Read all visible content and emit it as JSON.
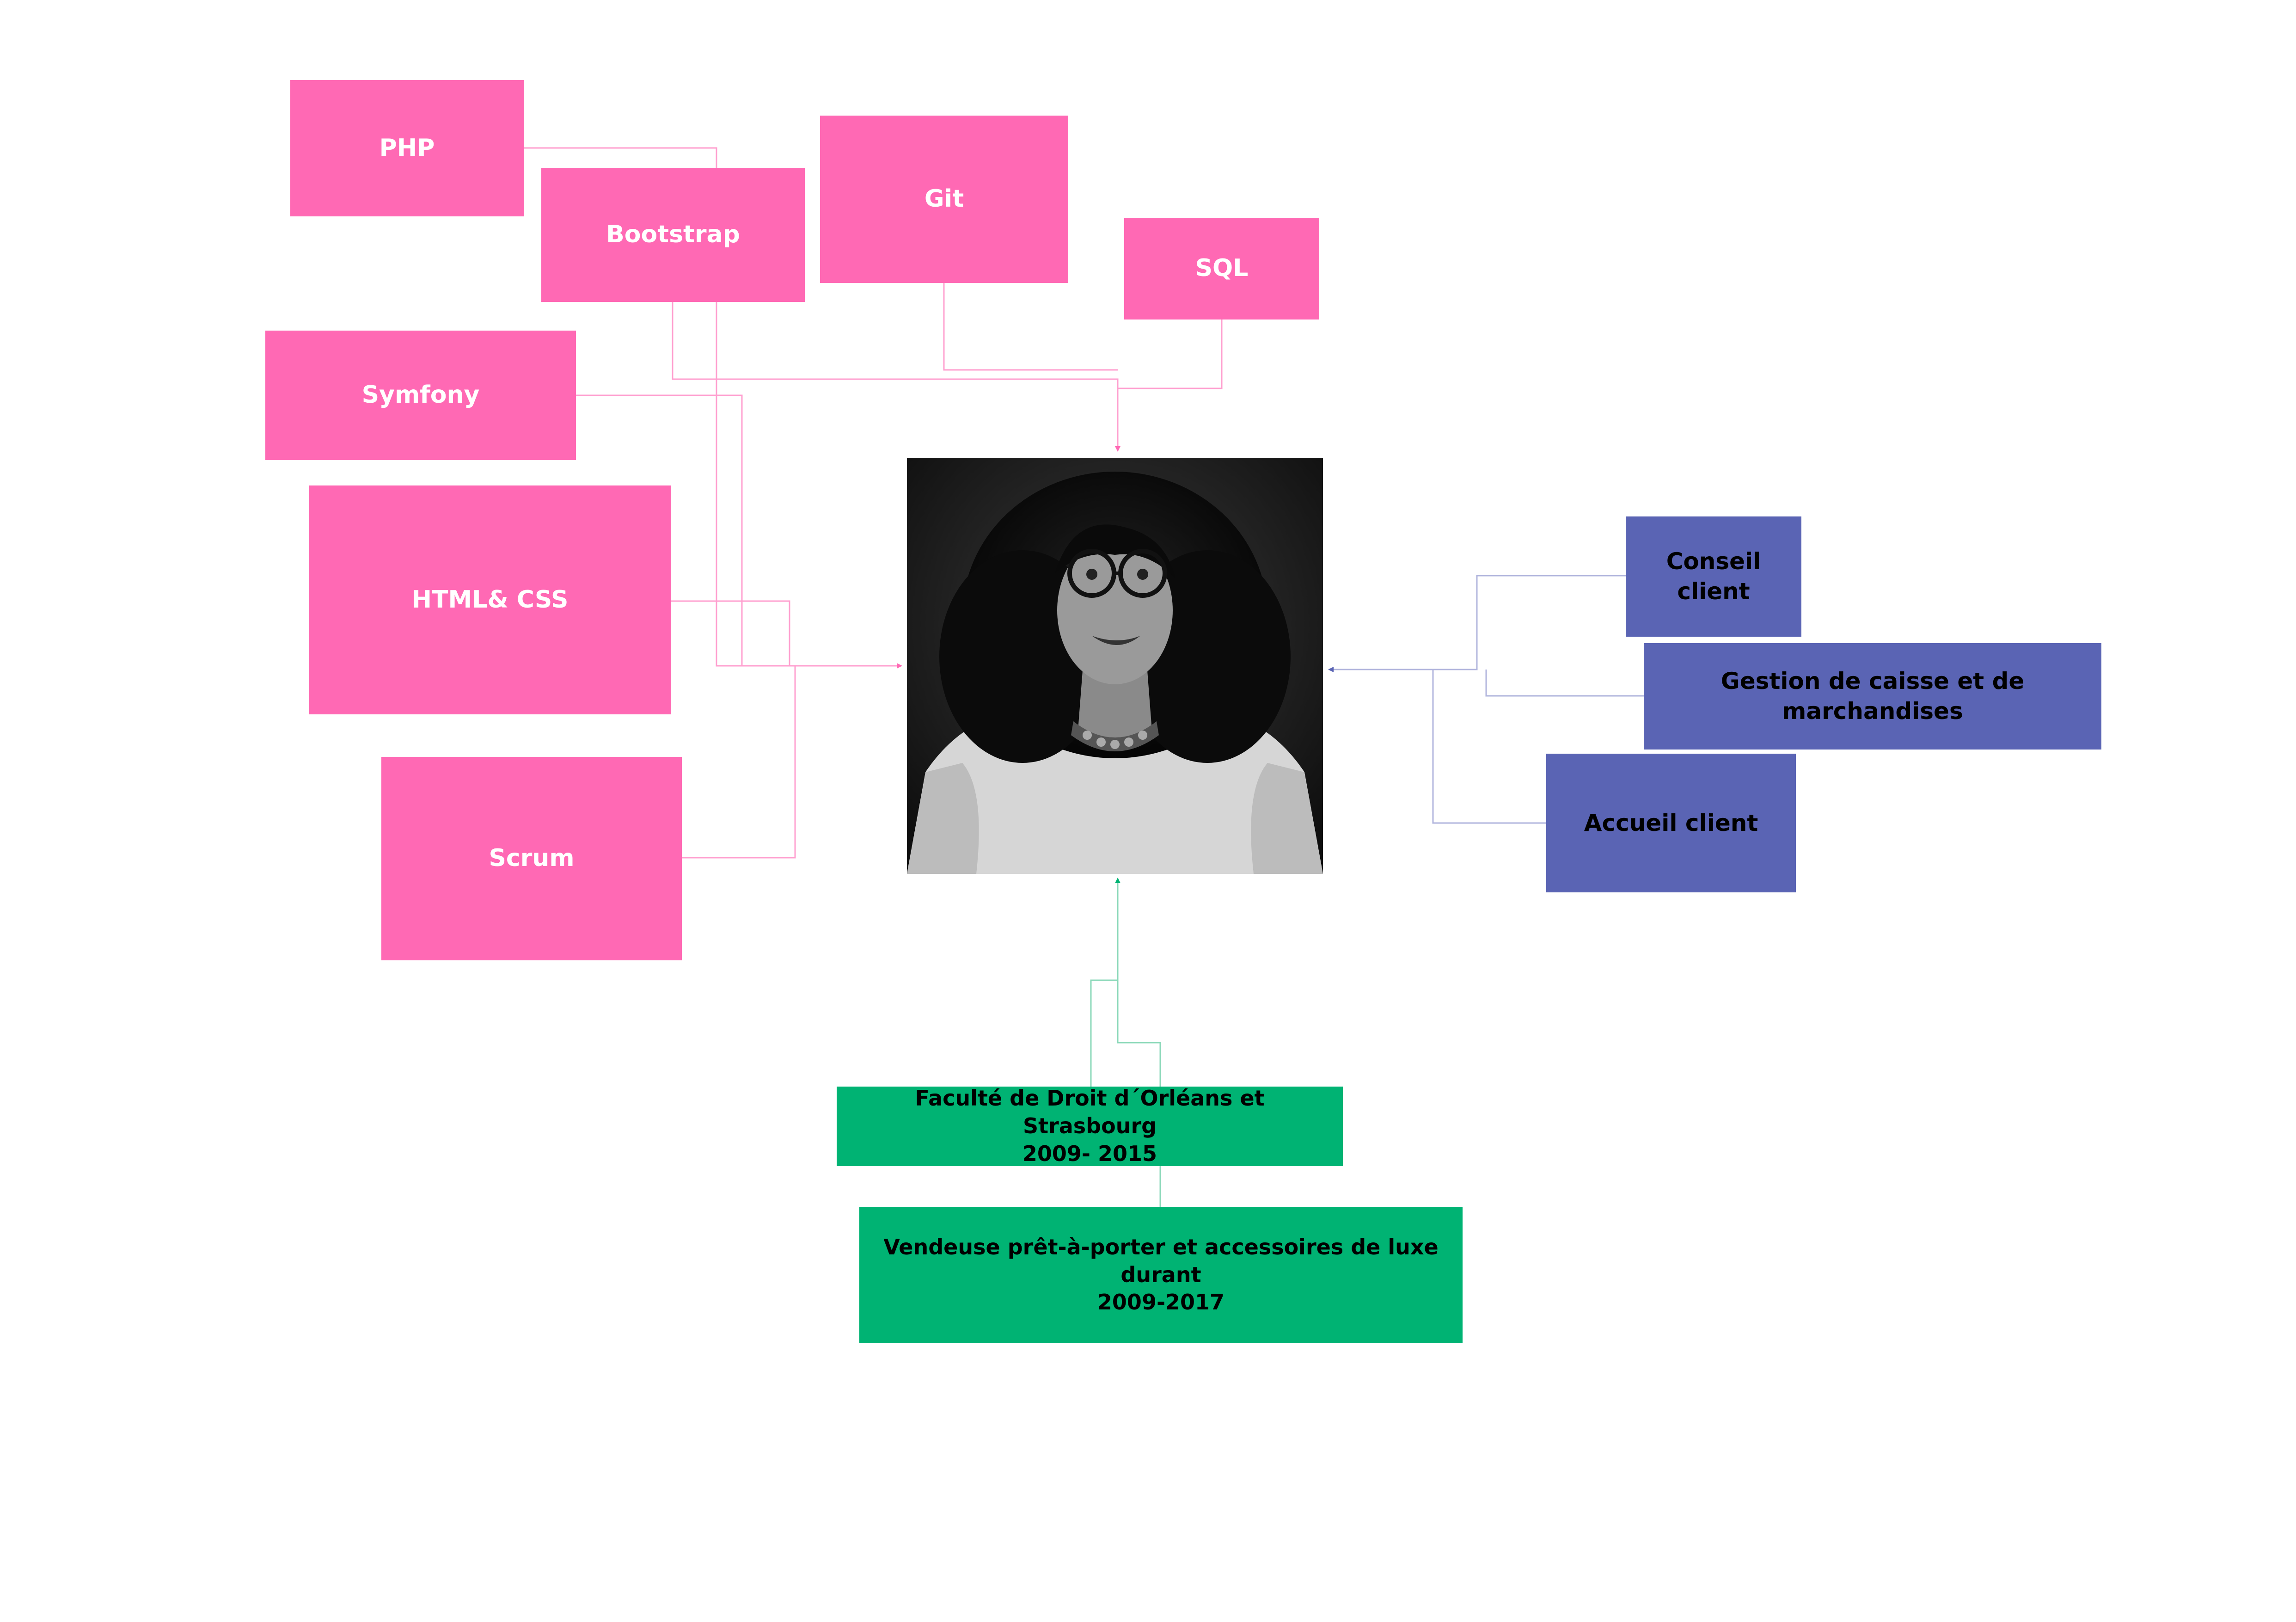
{
  "skills": {
    "php": "PHP",
    "bootstrap": "Bootstrap",
    "git": "Git",
    "sql": "SQL",
    "symfony": "Symfony",
    "html_css": "HTML& CSS",
    "scrum": "Scrum"
  },
  "customer_skills": {
    "conseil": "Conseil client",
    "gestion": "Gestion de caisse et de marchandises",
    "accueil": "Accueil client"
  },
  "experience": {
    "faculte_line1": "Faculté de Droit d´Orléans et Strasbourg",
    "faculte_line2": "2009- 2015",
    "vendeuse_line1": "Vendeuse prêt-à-porter et accessoires de luxe durant",
    "vendeuse_line2": "2009-2017"
  },
  "colors": {
    "pink": "#ff69b4",
    "blue": "#5a64b4",
    "green": "#00b373"
  }
}
